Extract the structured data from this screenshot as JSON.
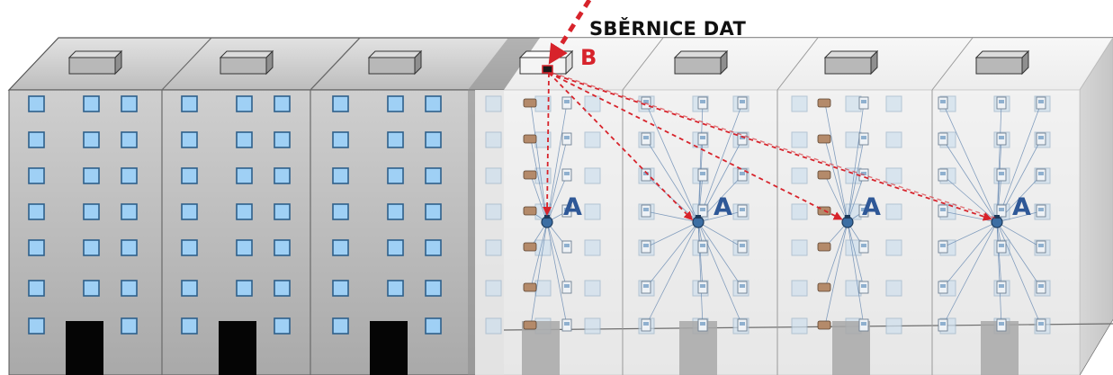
{
  "title": "SBĚRNICE DAT",
  "bus_label": "B",
  "node_label": "A",
  "colors": {
    "bus": "#d7232b",
    "node_label": "#2f5897",
    "window_fill": "#9fd0f5",
    "window_border": "#2d5f8a",
    "door": "#050505",
    "facade": "#bdbdbd",
    "roof": "#d0d0d0",
    "side": "#8a8a8a"
  },
  "buildings": {
    "plain_sections": 3,
    "networked_sections": 4
  }
}
